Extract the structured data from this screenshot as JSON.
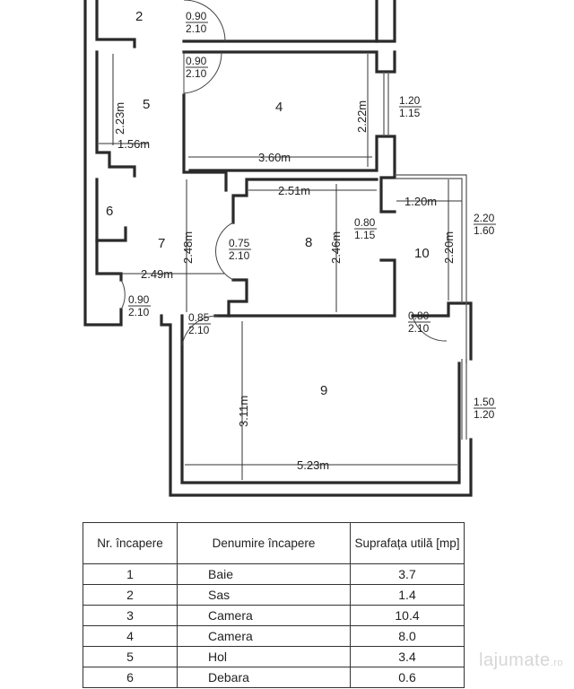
{
  "plan": {
    "rooms": [
      {
        "id": "room-2",
        "label": "2"
      },
      {
        "id": "room-4",
        "label": "4"
      },
      {
        "id": "room-5",
        "label": "5"
      },
      {
        "id": "room-6",
        "label": "6"
      },
      {
        "id": "room-7",
        "label": "7"
      },
      {
        "id": "room-8",
        "label": "8"
      },
      {
        "id": "room-9",
        "label": "9"
      },
      {
        "id": "room-10",
        "label": "10"
      }
    ],
    "dimensions": {
      "d223": "2.23m",
      "d156": "1.56m",
      "d222": "2.22m",
      "d360": "3.60m",
      "d251": "2.51m",
      "d120": "1.20m",
      "d248": "2.48m",
      "d249": "2.49m",
      "d246": "2.46m",
      "d220": "2.20m",
      "d311": "3.11m",
      "d523": "5.23m"
    },
    "openings": {
      "o1": [
        "0.90",
        "2.10"
      ],
      "o2": [
        "0.90",
        "2.10"
      ],
      "o3": [
        "1.20",
        "1.15"
      ],
      "o4": [
        "0.80",
        "1.15"
      ],
      "o5": [
        "2.20",
        "1.60"
      ],
      "o6": [
        "0.75",
        "2.10"
      ],
      "o7": [
        "0.90",
        "2.10"
      ],
      "o8": [
        "0.85",
        "2.10"
      ],
      "o9": [
        "0.80",
        "2.10"
      ],
      "o10": [
        "1.50",
        "1.20"
      ]
    }
  },
  "table": {
    "headers": [
      "Nr. încapere",
      "Denumire încapere",
      "Suprafața utilă [mp]"
    ],
    "rows": [
      [
        "1",
        "Baie",
        "3.7"
      ],
      [
        "2",
        "Sas",
        "1.4"
      ],
      [
        "3",
        "Camera",
        "10.4"
      ],
      [
        "4",
        "Camera",
        "8.0"
      ],
      [
        "5",
        "Hol",
        "3.4"
      ],
      [
        "6",
        "Debara",
        "0.6"
      ]
    ]
  },
  "watermark": {
    "brand": "lajumate",
    "suffix": ".ro"
  }
}
